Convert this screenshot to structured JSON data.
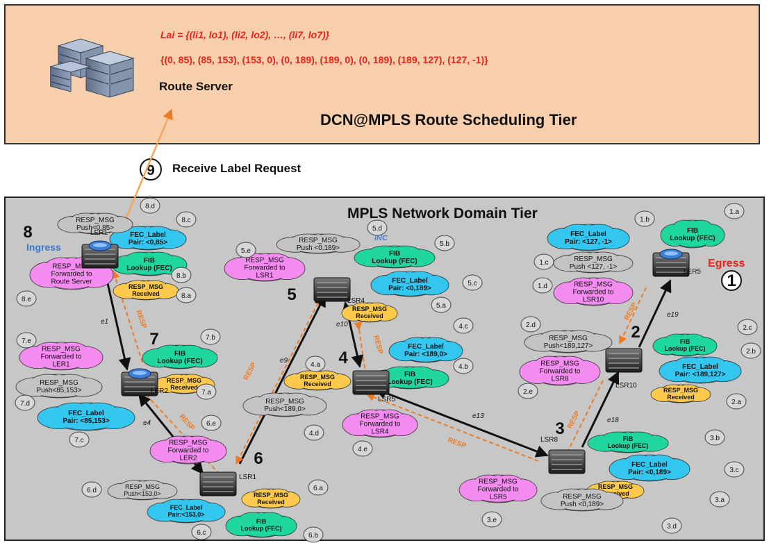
{
  "top_tier": {
    "title": "DCN@MPLS Route Scheduling Tier",
    "route_server_label": "Route Server",
    "formula_line": "Lai = {(li1, lo1), (li2, lo2), …, (li7, lo7)}",
    "label_pairs": "{(0, 85), (85, 153), (153, 0), (0, 189), (189, 0), (0, 189), (189, 127), (127, -1)}"
  },
  "step9": {
    "number": "9",
    "label": "Receive Label Request"
  },
  "domain_tier": {
    "title": "MPLS Network Domain Tier"
  },
  "step_numbers": [
    "1",
    "2",
    "3",
    "4",
    "5",
    "6",
    "7",
    "8"
  ],
  "ingress_label": "Ingress",
  "egress_label": "Egress",
  "inc_label": "INC",
  "node_labels": {
    "ler1": "LER1",
    "ler2": "LER2",
    "ler5": "LER5",
    "lsr1": "LSR1",
    "lsr4": "LSR4",
    "lsr5": "LSR5",
    "lsr8": "LSR8",
    "lsr10": "LSR10"
  },
  "edge_labels": {
    "e1": "e1",
    "e4": "e4",
    "e9": "e9",
    "e10": "e10",
    "e13": "e13",
    "e18": "e18",
    "e19": "e19"
  },
  "resp_label": "RESP",
  "clouds": {
    "c1a": [
      "FIB",
      "Lookup (FEC)"
    ],
    "c1b": [
      "FEC_Label",
      "Pair: <127, -1>"
    ],
    "c1c": [
      "RESP_MSG",
      "Push <127, -1>"
    ],
    "c1d": [
      "RESP_MSG",
      "Forwarded to",
      "LSR10"
    ],
    "c2a": [
      "RESP_MSG",
      "Received"
    ],
    "c2b": [
      "FEC_Label",
      "Pair: <189,127>"
    ],
    "c2c": [
      "FIB",
      "Lookup (FEC)"
    ],
    "c2d": [
      "RESP_MSG",
      "Push<189,127>"
    ],
    "c2e": [
      "RESP_MSG",
      "Forwarded to",
      "LSR8"
    ],
    "c3a": [
      "RESP_MSG",
      "Received"
    ],
    "c3b": [
      "FIB",
      "Lookup (FEC)"
    ],
    "c3c": [
      "FEC_Label",
      "Pair: <0,189>"
    ],
    "c3d": [
      "RESP_MSG",
      "Push <0,189>"
    ],
    "c3e": [
      "RESP_MSG",
      "Forwarded to",
      "LSR5"
    ],
    "c4a": [
      "RESP_MSG",
      "Received"
    ],
    "c4b": [
      "FIB",
      "Lookup (FEC)"
    ],
    "c4c": [
      "FEC_Label",
      "Pair: <189,0>"
    ],
    "c4d": [
      "RESP_MSG",
      "Push<189,0>"
    ],
    "c4e": [
      "RESP_MSG",
      "Forwarded to",
      "LSR4"
    ],
    "c5a": [
      "RESP_MSG",
      "Received"
    ],
    "c5b": [
      "FIB",
      "Lookup (FEC)"
    ],
    "c5c": [
      "FEC_Label",
      "Pair: <0,189>"
    ],
    "c5d": [
      "RESP_MSG",
      "Push <0,189>"
    ],
    "c5e": [
      "RESP_MSG",
      "Forwarded to",
      "LSR1"
    ],
    "c6a": [
      "RESP_MSG",
      "Received"
    ],
    "c6b": [
      "FIB",
      "Lookup (FEC)"
    ],
    "c6c": [
      "FEC_Label",
      "Pair:<153,0>"
    ],
    "c6d": [
      "RESP_MSG",
      "Push<153,0>"
    ],
    "c6e": [
      "RESP_MSG",
      "Forwarded to",
      "LER2"
    ],
    "c7a": [
      "RESP_MSG",
      "Received"
    ],
    "c7b": [
      "FIB",
      "Lookup (FEC)"
    ],
    "c7c": [
      "FEC_Label",
      "Pair: <85,153>"
    ],
    "c7d": [
      "RESP_MSG",
      "Push<85,153>"
    ],
    "c7e": [
      "RESP_MSG",
      "Forwarded to",
      "LER1"
    ],
    "c8a": [
      "RESP_MSG",
      "Received"
    ],
    "c8b": [
      "FIB",
      "Lookup (FEC)"
    ],
    "c8c": [
      "FEC_Label",
      "Pair: <0,85>"
    ],
    "c8d": [
      "RESP_MSG",
      "Push<0,85>"
    ],
    "c8e": [
      "RESP_MSG",
      "Forwarded to",
      "Route Server"
    ]
  },
  "step_labels": [
    "1.a",
    "1.b",
    "1.c",
    "1.d",
    "2.a",
    "2.b",
    "2.c",
    "2.d",
    "2.e",
    "3.a",
    "3.b",
    "3.c",
    "3.d",
    "3.e",
    "4.a",
    "4.b",
    "4.c",
    "4.d",
    "4.e",
    "5.a",
    "5.b",
    "5.c",
    "5.d",
    "5.e",
    "6.a",
    "6.b",
    "6.c",
    "6.d",
    "6.e",
    "7.a",
    "7.b",
    "7.c",
    "7.d",
    "7.e",
    "8.a",
    "8.b",
    "8.c",
    "8.d",
    "8.e"
  ],
  "colors": {
    "top_tier_bg": "#f7cfac",
    "domain_bg": "#c7c7c7",
    "fib": "#1fd69e",
    "fec": "#33c6ef",
    "resp_push": "#c3c3c3",
    "resp_fwd": "#f48bf0",
    "resp_recv": "#fcc94d",
    "resp_arrow": "#ef7a22",
    "formula": "#e8231a"
  }
}
